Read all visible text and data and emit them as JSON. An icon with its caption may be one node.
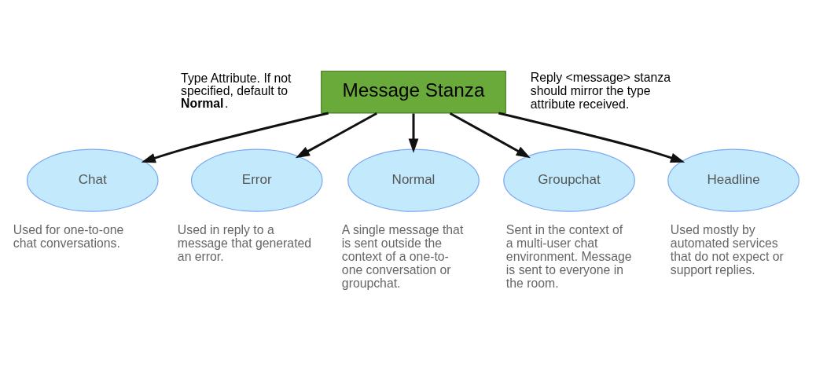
{
  "diagram": {
    "nodes": [
      {
        "text": [
          "Message Stanza"
        ]
      },
      {
        "text": [
          "Chat"
        ],
        "beside": [
          "Used for one-to-one chat conversations."
        ]
      },
      {
        "text": [
          "Error"
        ],
        "beside": [
          "Used in reply to a message that generated an error."
        ]
      },
      {
        "text": [
          "Normal"
        ],
        "beside": [
          "A single message that is sent outside the context of a one-to-one conversation or groupchat."
        ]
      },
      {
        "text": [
          "Groupchat"
        ],
        "beside": [
          "Sent in the context of a multi-user chat environment. Message is sent to everyone in the room."
        ]
      },
      {
        "text": [
          "Headline"
        ],
        "beside": [
          "Used mostly by automated services that do not expect or support replies."
        ]
      }
    ],
    "edges": [
      {
        "from": 0,
        "to": 1,
        "arrow": "to"
      },
      {
        "from": 0,
        "to": 2,
        "arrow": "to"
      },
      {
        "from": 0,
        "to": 3,
        "arrow": "to"
      },
      {
        "from": 0,
        "to": 4,
        "arrow": "to"
      },
      {
        "from": 0,
        "to": 5,
        "arrow": "to"
      }
    ],
    "labels": [
      "Type Attribute. If not specified, default to **Normal**.",
      "Reply <message> stanza should mirror the type attribute received."
    ]
  }
}
